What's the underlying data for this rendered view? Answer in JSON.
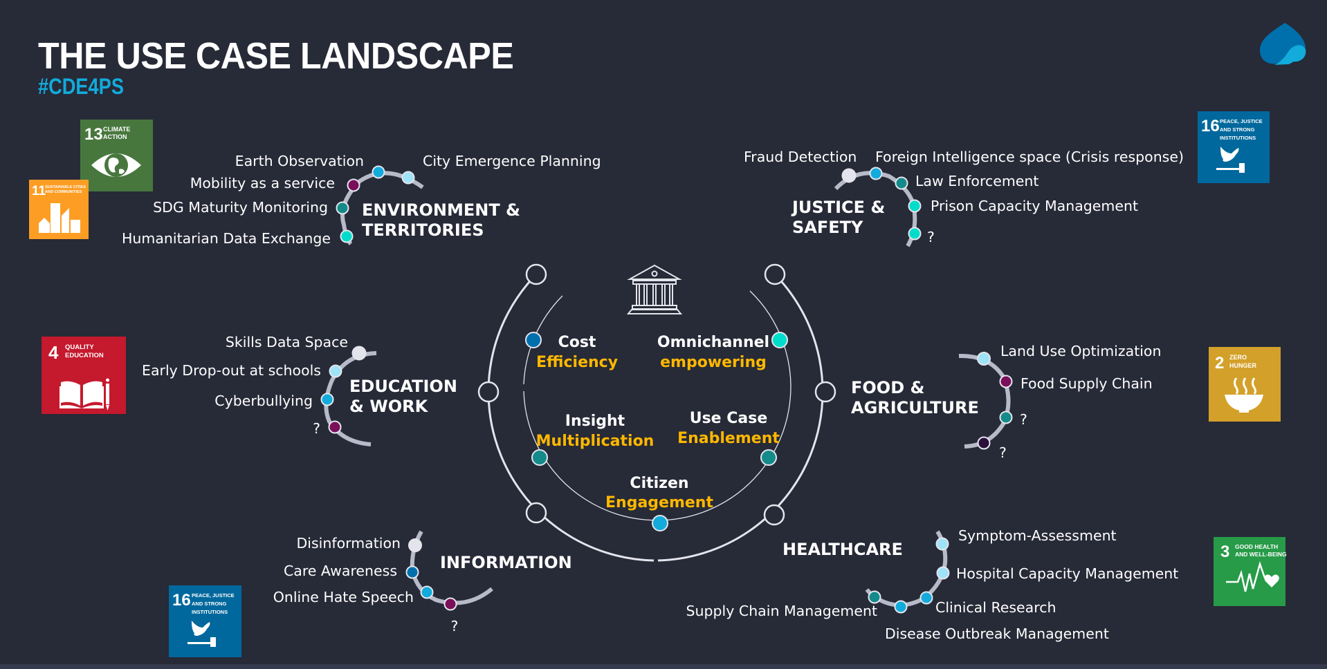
{
  "header": {
    "title": "THE USE CASE LANDSCAPE",
    "subtitle": "#CDE4PS"
  },
  "brand": {
    "logo_icon": "spade-logo-icon",
    "colors": {
      "dark": "#0070ad",
      "light": "#12abdb"
    }
  },
  "colors": {
    "background": "#272a37",
    "accent_yellow": "#ffb800",
    "arc_gray": "#b7bac8",
    "node_white": "#e4e5ec",
    "node_lightblue": "#9ee3f8",
    "node_blue": "#12abdb",
    "node_darkblue": "#0070ad",
    "node_teal": "#148a8a",
    "node_cyan": "#00dccb",
    "node_purple": "#7a0f5a",
    "node_darkpurple": "#2c0e3a"
  },
  "hub": {
    "icon": "government-building-icon",
    "values": [
      {
        "line1": "Cost",
        "line2": "Efficiency",
        "node_color": "#0070ad"
      },
      {
        "line1": "Omnichannel",
        "line2": "empowering",
        "node_color": "#00dccb"
      },
      {
        "line1": "Insight",
        "line2": "Multiplication",
        "node_color": "#148a8a"
      },
      {
        "line1": "Use Case",
        "line2": "Enablement",
        "node_color": "#148a8a"
      },
      {
        "line1": "Citizen",
        "line2": "Engagement",
        "node_color": "#12abdb"
      }
    ]
  },
  "sections": [
    {
      "id": "environment",
      "title_lines": [
        "ENVIRONMENT &",
        "TERRITORIES"
      ],
      "items": [
        {
          "label": "Earth Observation",
          "color": "#12abdb"
        },
        {
          "label": "City Emergence Planning",
          "color": "#9ee3f8"
        },
        {
          "label": "Mobility as a service",
          "color": "#7a0f5a"
        },
        {
          "label": "SDG Maturity Monitoring",
          "color": "#148a8a"
        },
        {
          "label": "Humanitarian Data Exchange",
          "color": "#00dccb"
        }
      ]
    },
    {
      "id": "justice",
      "title_lines": [
        "JUSTICE &",
        "SAFETY"
      ],
      "items": [
        {
          "label": "Fraud Detection",
          "color": "#e4e5ec"
        },
        {
          "label": "Foreign Intelligence space (Crisis response)",
          "color": "#12abdb"
        },
        {
          "label": "Law Enforcement",
          "color": "#148a8a"
        },
        {
          "label": "Prison Capacity Management",
          "color": "#00dccb"
        },
        {
          "label": "?",
          "color": "#00dccb"
        }
      ]
    },
    {
      "id": "education",
      "title_lines": [
        "EDUCATION",
        "& WORK"
      ],
      "items": [
        {
          "label": "Skills Data Space",
          "color": "#e4e5ec"
        },
        {
          "label": "Early Drop-out at schools",
          "color": "#9ee3f8"
        },
        {
          "label": "Cyberbullying",
          "color": "#12abdb"
        },
        {
          "label": "?",
          "color": "#7a0f5a"
        }
      ]
    },
    {
      "id": "food",
      "title_lines": [
        "FOOD &",
        "AGRICULTURE"
      ],
      "items": [
        {
          "label": "Land Use Optimization",
          "color": "#9ee3f8"
        },
        {
          "label": "Food Supply Chain",
          "color": "#7a0f5a"
        },
        {
          "label": "?",
          "color": "#148a8a"
        },
        {
          "label": "?",
          "color": "#2c0e3a"
        }
      ]
    },
    {
      "id": "information",
      "title_lines": [
        "INFORMATION"
      ],
      "items": [
        {
          "label": "Disinformation",
          "color": "#e4e5ec"
        },
        {
          "label": "Care Awareness",
          "color": "#0070ad"
        },
        {
          "label": "Online Hate Speech",
          "color": "#12abdb"
        },
        {
          "label": "?",
          "color": "#7a0f5a"
        }
      ]
    },
    {
      "id": "healthcare",
      "title_lines": [
        "HEALTHCARE"
      ],
      "items": [
        {
          "label": "Symptom-Assessment",
          "color": "#9ee3f8"
        },
        {
          "label": "Hospital Capacity Management",
          "color": "#9ee3f8"
        },
        {
          "label": "Clinical Research",
          "color": "#12abdb"
        },
        {
          "label": "Disease Outbreak Management",
          "color": "#12abdb"
        },
        {
          "label": "Supply Chain Management",
          "color": "#148a8a"
        }
      ]
    }
  ],
  "sdg_badges": [
    {
      "id": "sdg13",
      "number": "13",
      "lines": [
        "CLIMATE",
        "ACTION"
      ],
      "color": "#48773e",
      "icon": "eye-globe-icon"
    },
    {
      "id": "sdg11",
      "number": "11",
      "lines": [
        "SUSTAINABLE CITIES",
        "AND COMMUNITIES"
      ],
      "color": "#fd9d24",
      "icon": "city-buildings-icon"
    },
    {
      "id": "sdg16a",
      "number": "16",
      "lines": [
        "PEACE, JUSTICE",
        "AND STRONG",
        "INSTITUTIONS"
      ],
      "color": "#00689d",
      "icon": "dove-gavel-icon"
    },
    {
      "id": "sdg4",
      "number": "4",
      "lines": [
        "QUALITY",
        "EDUCATION"
      ],
      "color": "#c5192d",
      "icon": "book-pencil-icon"
    },
    {
      "id": "sdg2",
      "number": "2",
      "lines": [
        "ZERO",
        "HUNGER"
      ],
      "color": "#d3a029",
      "icon": "bowl-icon"
    },
    {
      "id": "sdg16b",
      "number": "16",
      "lines": [
        "PEACE, JUSTICE",
        "AND STRONG",
        "INSTITUTIONS"
      ],
      "color": "#00689d",
      "icon": "dove-gavel-icon"
    },
    {
      "id": "sdg3",
      "number": "3",
      "lines": [
        "GOOD HEALTH",
        "AND WELL-BEING"
      ],
      "color": "#279b48",
      "icon": "heartbeat-icon"
    }
  ]
}
